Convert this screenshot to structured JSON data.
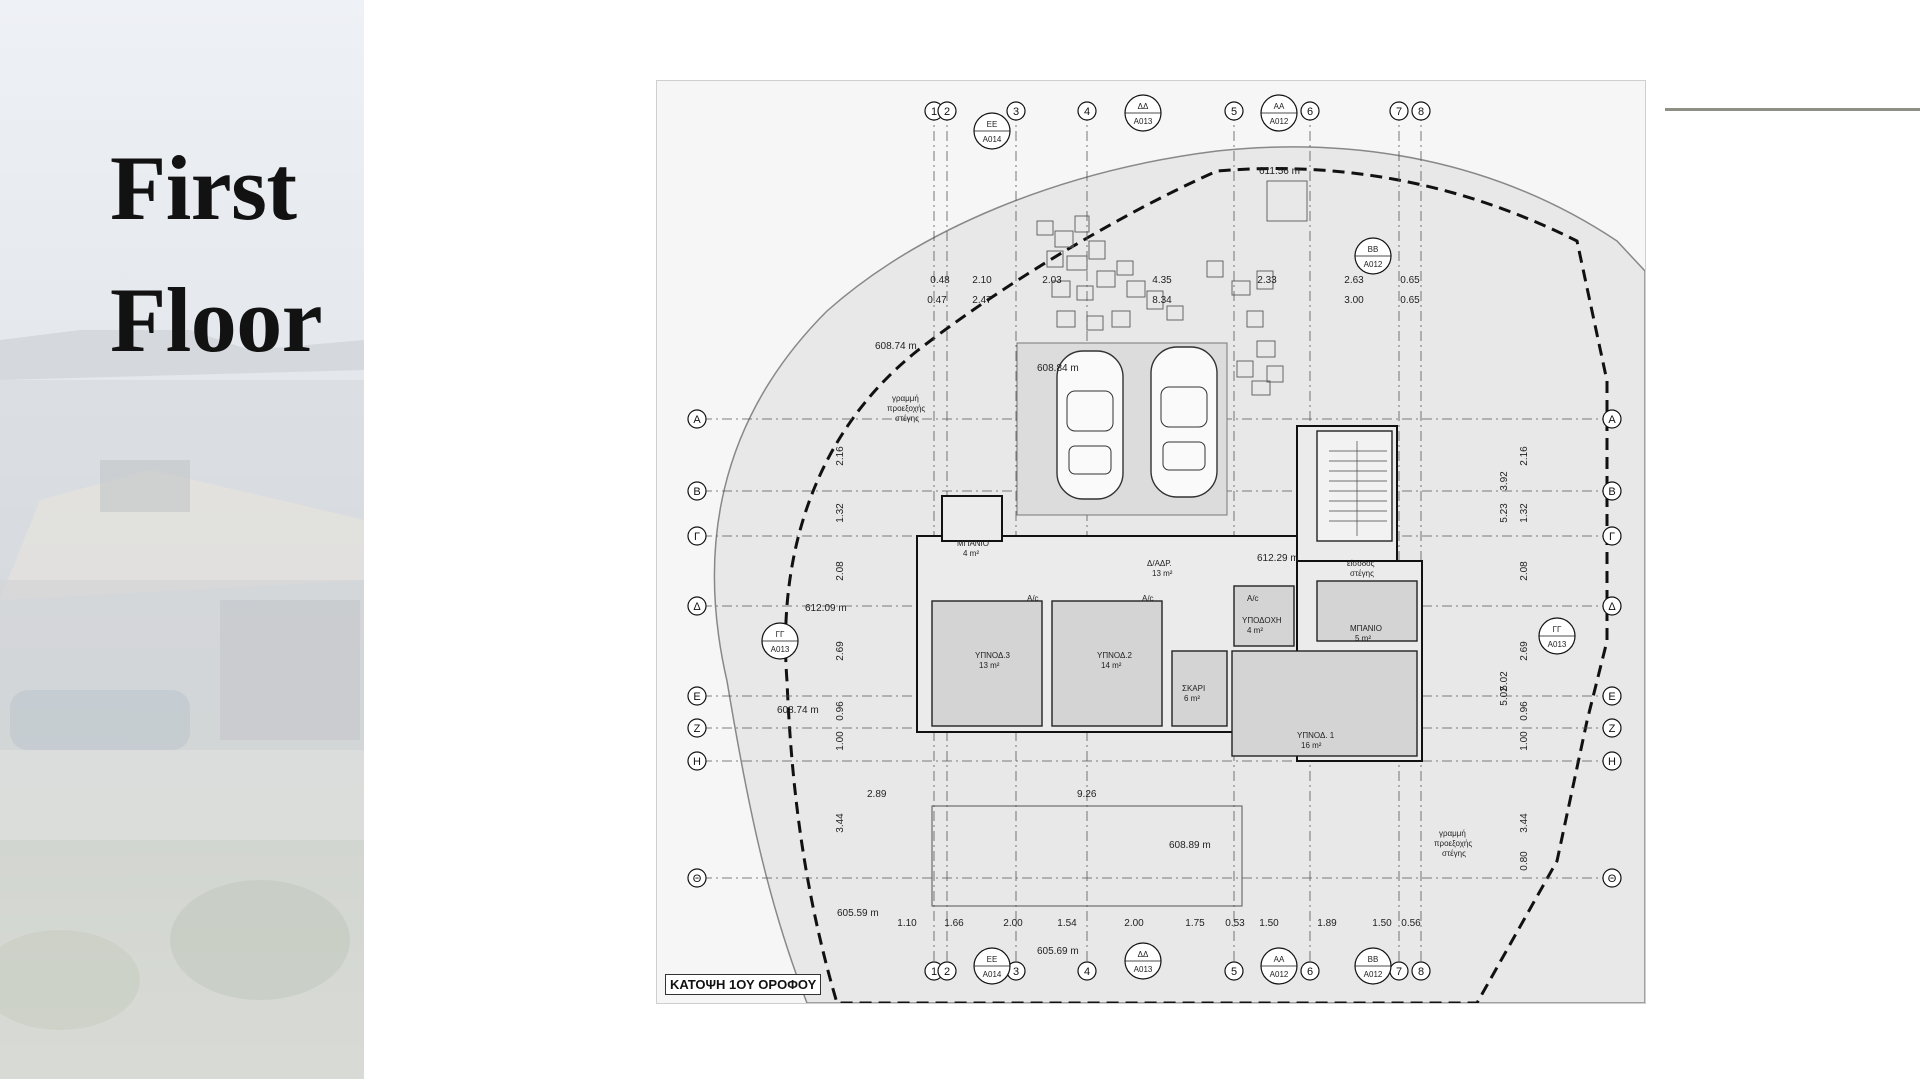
{
  "title": {
    "line1": "First",
    "line2": "Floor"
  },
  "accent_color": "#8e9086",
  "plan": {
    "caption": "ΚΑΤΟΨΗ 1ΟΥ ΟΡΟΦΟΥ",
    "grid_columns": [
      "1",
      "2",
      "3",
      "4",
      "5",
      "6",
      "7",
      "8"
    ],
    "grid_rows": [
      "Α",
      "Β",
      "Γ",
      "Δ",
      "Ε",
      "Ζ",
      "Η",
      "Θ"
    ],
    "section_tags": {
      "ee": "ΕΕ",
      "ee_ref": "A014",
      "dd": "ΔΔ",
      "dd_ref": "A013",
      "aa": "ΑΑ",
      "aa_ref": "A012",
      "bb": "ΒΒ",
      "bb_ref": "A012",
      "gg": "ΓΓ",
      "gg_ref": "A013"
    },
    "rooms": {
      "bath1_name": "ΜΠΑΝΙΟ",
      "bath1_area": "4 m²",
      "hall_name": "Δ/ΑΔΡ.",
      "hall_area": "13 m²",
      "entrance_name": "είσοδος",
      "entrance_name2": "στέγης",
      "bed3_name": "ΥΠΝΟΔ.3",
      "bed3_area": "13 m²",
      "bed2_name": "ΥΠΝΟΔ.2",
      "bed2_area": "14 m²",
      "storage_name": "ΣΚΑΡΙ",
      "storage_area": "6 m²",
      "recv_name": "ΥΠΟΔΟΧΗ",
      "recv_area": "4 m²",
      "bath2_name": "ΜΠΑΝΙΟ",
      "bath2_area": "5 m²",
      "bed1_name": "ΥΠΝΟΔ. 1",
      "bed1_area": "16 m²",
      "ac1": "A/c",
      "ac2": "A/c",
      "ac3": "A/c"
    },
    "levels": {
      "l1": "611.56 m",
      "l2": "608.74 m",
      "l3": "608.84 m",
      "l4": "612.29 m",
      "l5": "612.09 m",
      "l6": "608.74 m",
      "l7": "608.89 m",
      "l8": "605.59 m",
      "l9": "605.69 m"
    },
    "notes": {
      "roof_line_a1": "γραμμή",
      "roof_line_a2": "προεξοχής",
      "roof_line_a3": "στέγης",
      "roof_line_b1": "γραμμή",
      "roof_line_b2": "προεξοχής",
      "roof_line_b3": "στέγης"
    },
    "dims_top_row1": [
      "0.48",
      "2.10",
      "2.03",
      "4.35",
      "2.33",
      "2.63",
      "0.65"
    ],
    "dims_top_row2": [
      "0.47",
      "2.47",
      "8.34",
      "3.00",
      "0.65"
    ],
    "dims_bottom": [
      "1.10",
      "1.66",
      "2.00",
      "1.54",
      "2.00",
      "1.75",
      "0.53",
      "1.50",
      "1.89",
      "1.50",
      "0.56"
    ],
    "dims_mid": {
      "w1": "2.89",
      "w2": "9.26"
    },
    "dims_left": [
      "2.16",
      "1.32",
      "2.08",
      "2.69",
      "0.96",
      "1.00",
      "3.44"
    ],
    "dims_right": [
      "2.16",
      "1.32",
      "2.08",
      "2.69",
      "0.96",
      "1.00",
      "3.44",
      "0.80"
    ],
    "dims_right2": [
      "3.92",
      "5.23",
      "5.02",
      "5.02"
    ]
  }
}
